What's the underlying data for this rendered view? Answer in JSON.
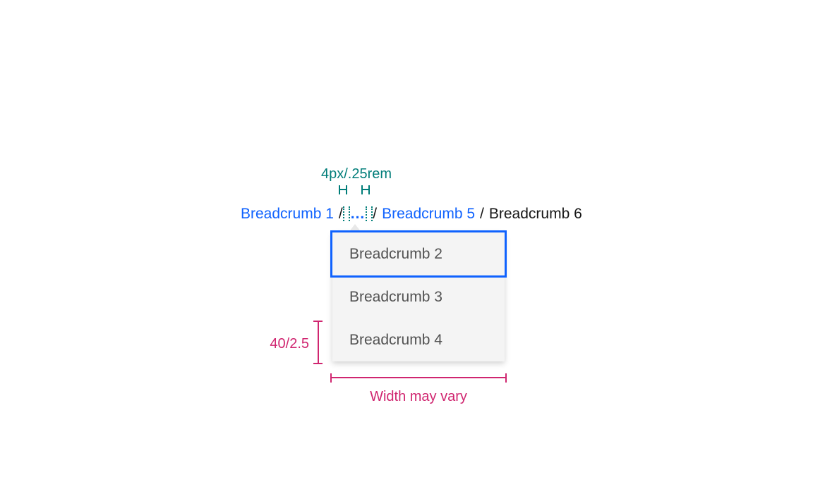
{
  "colors": {
    "link_blue": "#0f62fe",
    "focus_border": "#0f62fe",
    "annotation_teal": "#007d79",
    "annotation_magenta": "#d02670",
    "menu_bg": "#f4f4f4",
    "menu_item_text": "#525252",
    "current_page_text": "#161616",
    "separator_text": "#161616",
    "caret_gray": "#e8e8e8",
    "page_bg": "#ffffff"
  },
  "annotations": {
    "gap_label": "4px/.25rem",
    "item_height_label": "40/2.5",
    "width_label": "Width may vary"
  },
  "breadcrumb": {
    "separator": "/",
    "overflow_trigger": "...",
    "items": [
      {
        "label": "Breadcrumb 1",
        "type": "link"
      },
      {
        "label": "Breadcrumb 5",
        "type": "link"
      },
      {
        "label": "Breadcrumb 6",
        "type": "current"
      }
    ]
  },
  "menu": {
    "items": [
      {
        "label": "Breadcrumb 2",
        "focused": true
      },
      {
        "label": "Breadcrumb 3",
        "focused": false
      },
      {
        "label": "Breadcrumb 4",
        "focused": false
      }
    ]
  }
}
